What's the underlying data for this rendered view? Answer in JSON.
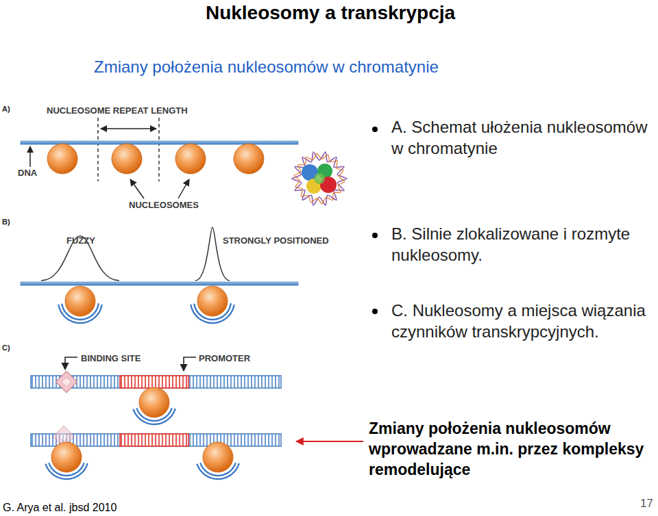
{
  "diagram": {
    "title": "Nukleosomy a transkrypcja",
    "labels": [
      "Zmiany położenia nukleosomów w chromatynie",
      "A)",
      "NUCLEOSOME REPEAT LENGTH",
      "DNA",
      "NUCLEOSOMES",
      "B)",
      "FUZZY",
      "STRONGLY POSITIONED",
      "C)",
      "BINDING SITE",
      "PROMOTER",
      "A. Schemat ułożenia nukleosomów w chromatynie",
      "B. Silnie zlokalizowane i rozmyte nukleosomy.",
      "C. Nukleosomy a miejsca wiązania czynników transkrypcyjnych.",
      "Zmiany położenia nukleosomów wprowadzane m.in. przez kompleksy remodelujące",
      "G. Arya et al. jbsd 2010",
      "17"
    ]
  }
}
